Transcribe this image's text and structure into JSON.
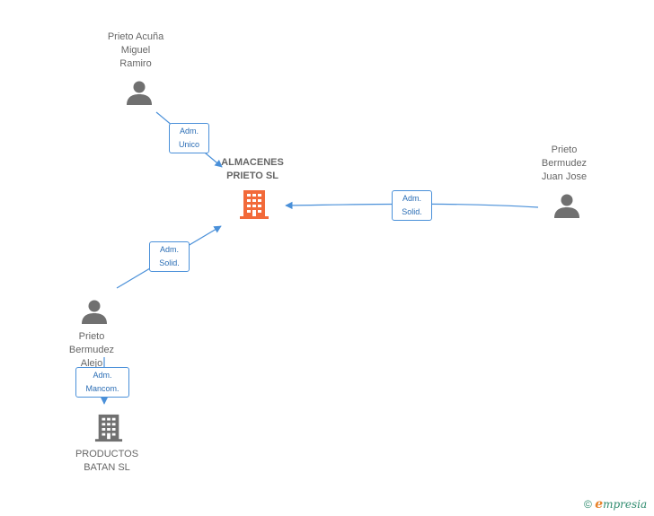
{
  "diagram": {
    "main_company": "ALMACENES\nPRIETO SL",
    "people": [
      {
        "id": "p1",
        "name": "Prieto Acuña\nMiguel\nRamiro"
      },
      {
        "id": "p2",
        "name": "Prieto\nBermudez\nJuan Jose"
      },
      {
        "id": "p3",
        "name": "Prieto\nBermudez\nAlejo"
      }
    ],
    "other_companies": [
      {
        "id": "c2",
        "name": "PRODUCTOS\nBATAN SL"
      }
    ],
    "relations": [
      {
        "from": "p1",
        "to": "main",
        "label": "Adm.\nUnico"
      },
      {
        "from": "p2",
        "to": "main",
        "label": "Adm.\nSolid."
      },
      {
        "from": "p3",
        "to": "main",
        "label": "Adm.\nSolid."
      },
      {
        "from": "p3",
        "to": "c2",
        "label": "Adm.\nMancom."
      }
    ],
    "icons": {
      "person": "person-icon",
      "company": "building-icon"
    },
    "colors": {
      "main_company": "#f26a3a",
      "company": "#707070",
      "person": "#707070",
      "edge": "#4a90d9",
      "label_text": "#2a6db5"
    }
  },
  "footer": {
    "copyright_symbol": "©",
    "brand_initial": "e",
    "brand_rest": "mpresia"
  }
}
